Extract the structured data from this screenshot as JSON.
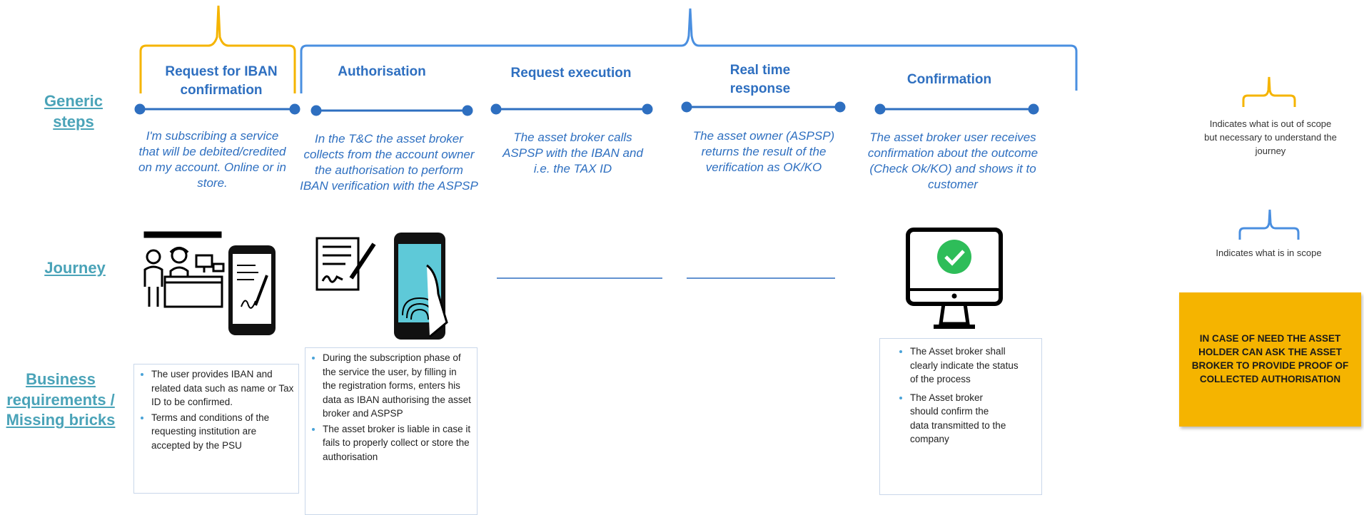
{
  "rows": {
    "generic": "Generic steps",
    "journey": "Journey",
    "business": "Business requirements / Missing bricks"
  },
  "steps": [
    {
      "title": "Request for IBAN confirmation",
      "desc": "I'm subscribing a service that will be debited/credited on my account. Online or in store."
    },
    {
      "title": "Authorisation",
      "desc": "In the T&C the asset broker collects from the account owner the authorisation to perform IBAN verification with the ASPSP"
    },
    {
      "title": "Request execution",
      "desc": "The asset broker calls ASPSP with the IBAN and i.e. the TAX ID"
    },
    {
      "title": "Real time response",
      "desc": "The asset owner (ASPSP) returns the result of the verification as OK/KO"
    },
    {
      "title": "Confirmation",
      "desc": "The asset broker user receives confirmation about the outcome (Check Ok/KO) and shows it to customer"
    }
  ],
  "requirements": {
    "step1": [
      "The user provides IBAN and related data such as name or Tax ID to be confirmed.",
      "Terms and conditions of the requesting institution are accepted by the PSU"
    ],
    "step2": [
      "During the subscription phase of the service the user, by filling in the registration forms, enters his data as IBAN authorising the asset broker and ASPSP",
      "The asset broker is liable in case it fails to properly collect or store the authorisation"
    ],
    "step5": [
      "The Asset broker shall clearly indicate the status of the process",
      "The Asset broker should confirm the data transmitted to the company"
    ]
  },
  "legend": {
    "out_of_scope": "Indicates what is out of scope but necessary to understand the journey",
    "in_scope": "Indicates what is in scope"
  },
  "note": "IN CASE OF NEED THE ASSET HOLDER CAN ASK THE ASSET BROKER TO PROVIDE PROOF OF COLLECTED AUTHORISATION",
  "colors": {
    "out_of_scope_brace": "#f5b400",
    "in_scope_brace": "#4a8fe0",
    "step_line": "#2e6fc0",
    "row_label": "#4aa3b8",
    "note_bg": "#f5b400"
  }
}
